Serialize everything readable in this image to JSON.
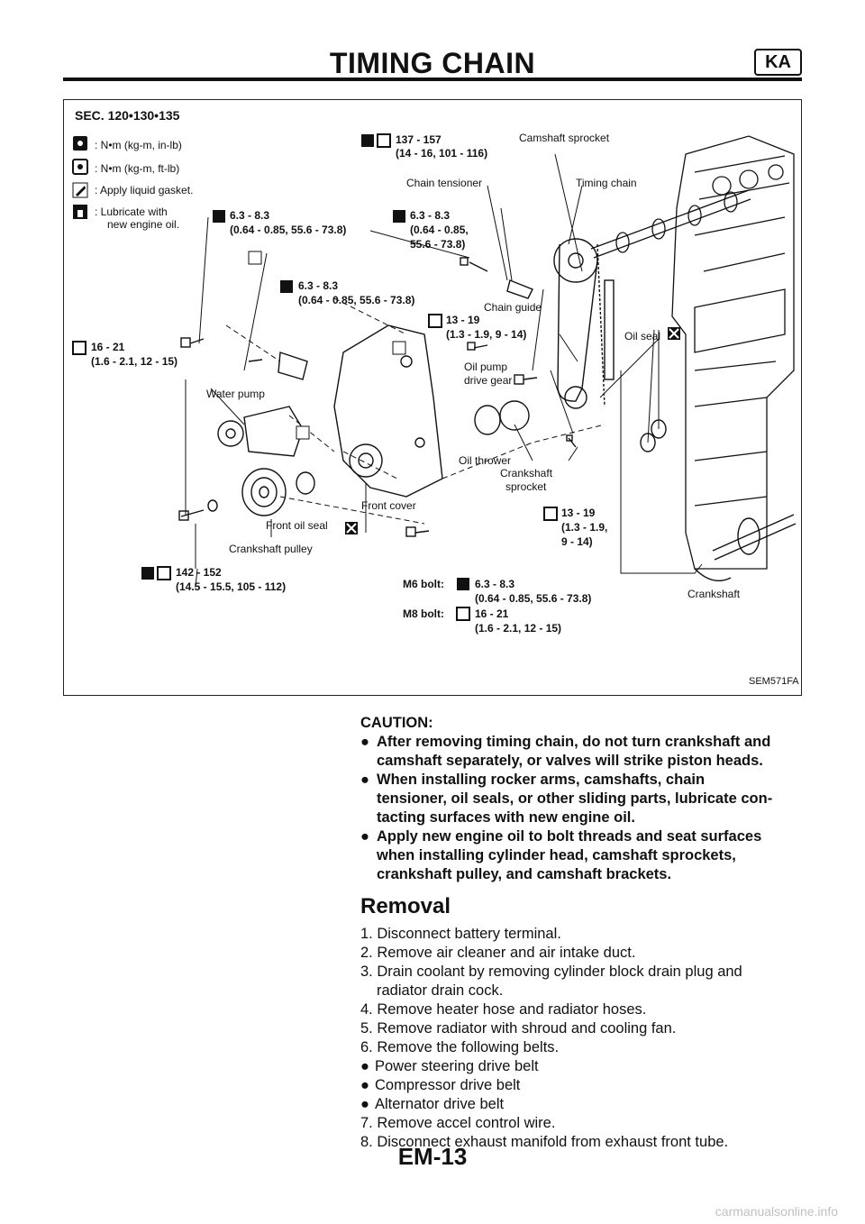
{
  "header": {
    "title": "TIMING CHAIN",
    "badge": "KA"
  },
  "figure": {
    "section": "SEC. 120•130•135",
    "legend": [
      {
        "icon": "torque-wrench-icon",
        "text": ": N•m (kg-m, in-lb)"
      },
      {
        "icon": "torque-wrench-icon",
        "text": ": N•m (kg-m, ft-lb)"
      },
      {
        "icon": "liquid-gasket-icon",
        "text": ": Apply liquid gasket."
      },
      {
        "icon": "oil-can-icon",
        "text": ": Lubricate with"
      },
      {
        "icon": "",
        "text": "new engine oil."
      }
    ],
    "labels": {
      "camshaft_sprocket": "Camshaft sprocket",
      "chain_tensioner": "Chain tensioner",
      "timing_chain": "Timing chain",
      "chain_guide": "Chain guide",
      "oil_seal": "Oil seal",
      "oil_pump_drive_gear_1": "Oil pump",
      "oil_pump_drive_gear_2": "drive gear",
      "water_pump": "Water pump",
      "oil_thrower": "Oil thrower",
      "crankshaft_sprocket_1": "Crankshaft",
      "crankshaft_sprocket_2": "sprocket",
      "front_cover": "Front cover",
      "front_oil_seal": "Front oil seal",
      "crankshaft_pulley": "Crankshaft pulley",
      "crankshaft": "Crankshaft",
      "m6_bolt": "M6 bolt:",
      "m8_bolt": "M8 bolt:"
    },
    "torques": {
      "t1a": "137 - 157",
      "t1b": "(14 - 16, 101 - 116)",
      "t2a": "6.3 - 8.3",
      "t2b": "(0.64 - 0.85, 55.6 - 73.8)",
      "t3a": "6.3 - 8.3",
      "t3b": "(0.64 - 0.85,",
      "t3c": "55.6 - 73.8)",
      "t4a": "6.3 - 8.3",
      "t4b": "(0.64 - 0.85, 55.6 - 73.8)",
      "t5a": "13 - 19",
      "t5b": "(1.3 - 1.9, 9 - 14)",
      "t6a": "16 - 21",
      "t6b": "(1.6 - 2.1, 12 - 15)",
      "t7a": "13 - 19",
      "t7b": "(1.3 - 1.9,",
      "t7c": "9 - 14)",
      "t8a": "142 - 152",
      "t8b": "(14.5 - 15.5, 105 - 112)",
      "t9a": "6.3 - 8.3",
      "t9b": "(0.64 - 0.85, 55.6 - 73.8)",
      "t10a": "16 - 21",
      "t10b": "(1.6 - 2.1, 12 - 15)"
    },
    "figure_id": "SEM571FA"
  },
  "caution": {
    "title": "CAUTION:",
    "bullet": "●",
    "items": [
      [
        "After removing timing chain, do not turn crankshaft and",
        "camshaft separately, or valves will strike piston heads."
      ],
      [
        "When installing rocker arms, camshafts, chain",
        "tensioner, oil seals, or other sliding parts, lubricate con-",
        "tacting surfaces with new engine oil."
      ],
      [
        "Apply new engine oil to bolt threads and seat surfaces",
        "when installing cylinder head, camshaft sprockets,",
        "crankshaft pulley, and camshaft brackets."
      ]
    ]
  },
  "removal": {
    "title": "Removal",
    "steps": [
      "1. Disconnect battery terminal.",
      "2. Remove air cleaner and air intake duct.",
      "3. Drain coolant by removing cylinder block drain plug and",
      "radiator drain cock.",
      "4. Remove heater hose and radiator hoses.",
      "5. Remove radiator with shroud and cooling fan.",
      "6. Remove the following belts."
    ],
    "belts": [
      "Power steering drive belt",
      "Compressor drive belt",
      "Alternator drive belt"
    ],
    "steps2": [
      "7. Remove accel control wire.",
      "8. Disconnect exhaust manifold from exhaust front tube."
    ]
  },
  "page_number": "EM-13",
  "watermark": "carmanualsonline.info"
}
